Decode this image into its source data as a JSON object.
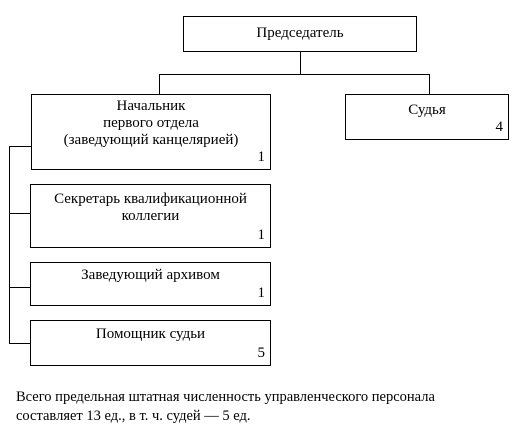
{
  "chairman": {
    "title": "Председатель"
  },
  "judge": {
    "title": "Судья",
    "count": "4"
  },
  "subordinates": [
    {
      "title": "Начальник\nпервого отдела\n(заведующий канцелярией)",
      "count": "1"
    },
    {
      "title": "Секретарь квалификационной\nколлегии",
      "count": "1"
    },
    {
      "title": "Заведующий архивом",
      "count": "1"
    },
    {
      "title": "Помощник судьи",
      "count": "5"
    }
  ],
  "footnote": {
    "line1": "Всего предельная штатная численность управленческого персонала",
    "line2": "составляет 13 ед., в т. ч. судей — 5 ед."
  }
}
